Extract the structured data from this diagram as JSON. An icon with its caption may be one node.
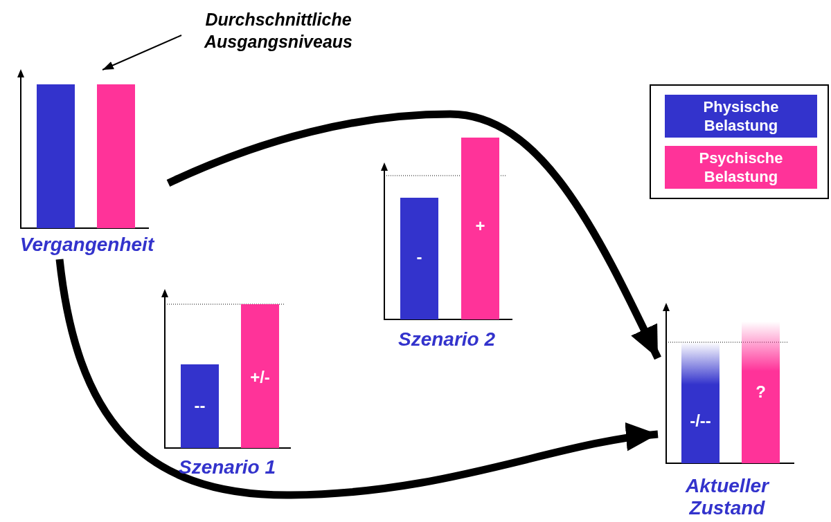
{
  "diagram": {
    "nodes": [
      {
        "text": [
          "Durchschnittliche Ausgangsniveaus"
        ]
      },
      {
        "text": [
          "Vergangenheit"
        ]
      },
      {
        "text": [],
        "shape": "bar",
        "in": 1
      },
      {
        "text": [],
        "shape": "bar",
        "in": 1
      },
      {
        "text": [
          "Szenario 2"
        ]
      },
      {
        "text": [
          "-"
        ],
        "in": 4
      },
      {
        "text": [
          "+"
        ],
        "in": 4
      },
      {
        "text": [
          "Szenario 1"
        ]
      },
      {
        "text": [
          "--"
        ],
        "in": 7
      },
      {
        "text": [
          "+/-"
        ],
        "in": 7
      },
      {
        "text": [
          "Aktueller Zustand"
        ]
      },
      {
        "text": [
          "-/--"
        ],
        "in": 10
      },
      {
        "text": [
          "?"
        ],
        "in": 10
      }
    ],
    "edges": [
      {
        "from": 0,
        "to": 3,
        "arrow": "to"
      },
      {
        "from": 1,
        "to": 10,
        "arrow": "to"
      },
      {
        "from": 1,
        "to": 10,
        "arrow": "to"
      }
    ],
    "legend": [
      {
        "text": "Physische Belastung",
        "color": "#3333cc"
      },
      {
        "text": "Psychische Belastung",
        "color": "#ff3399"
      }
    ]
  }
}
